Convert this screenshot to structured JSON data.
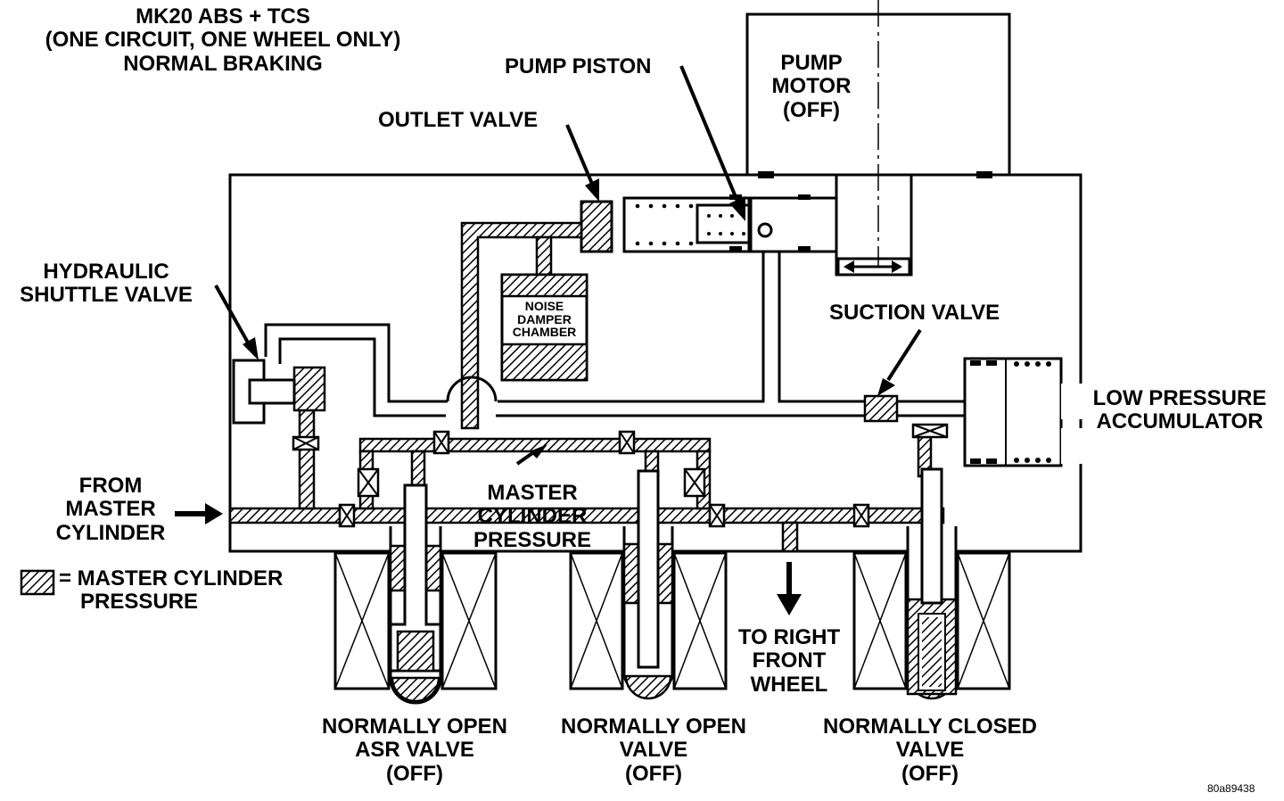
{
  "title": {
    "line1": "MK20 ABS + TCS",
    "line2": "(ONE CIRCUIT, ONE WHEEL ONLY)",
    "line3": "NORMAL BRAKING"
  },
  "labels": {
    "pump_piston": "PUMP PISTON",
    "pump_motor": [
      "PUMP",
      "MOTOR",
      "(OFF)"
    ],
    "outlet_valve": "OUTLET VALVE",
    "hydraulic_shuttle_valve": [
      "HYDRAULIC",
      "SHUTTLE VALVE"
    ],
    "noise_damper_chamber": [
      "NOISE",
      "DAMPER",
      "CHAMBER"
    ],
    "suction_valve": "SUCTION VALVE",
    "low_pressure_accumulator": [
      "LOW PRESSURE",
      "ACCUMULATOR"
    ],
    "from_master_cylinder": [
      "FROM",
      "MASTER",
      "CYLINDER"
    ],
    "master_cylinder_pressure": [
      "MASTER",
      "CYLINDER",
      "PRESSURE"
    ],
    "legend": [
      "= MASTER CYLINDER",
      "PRESSURE"
    ],
    "to_right_front_wheel": [
      "TO RIGHT",
      "FRONT",
      "WHEEL"
    ],
    "no_asr_valve": [
      "NORMALLY OPEN",
      "ASR VALVE",
      "(OFF)"
    ],
    "no_valve": [
      "NORMALLY OPEN",
      "VALVE",
      "(OFF)"
    ],
    "nc_valve": [
      "NORMALLY CLOSED",
      "VALVE",
      "(OFF)"
    ],
    "figure_id": "80a89438"
  }
}
